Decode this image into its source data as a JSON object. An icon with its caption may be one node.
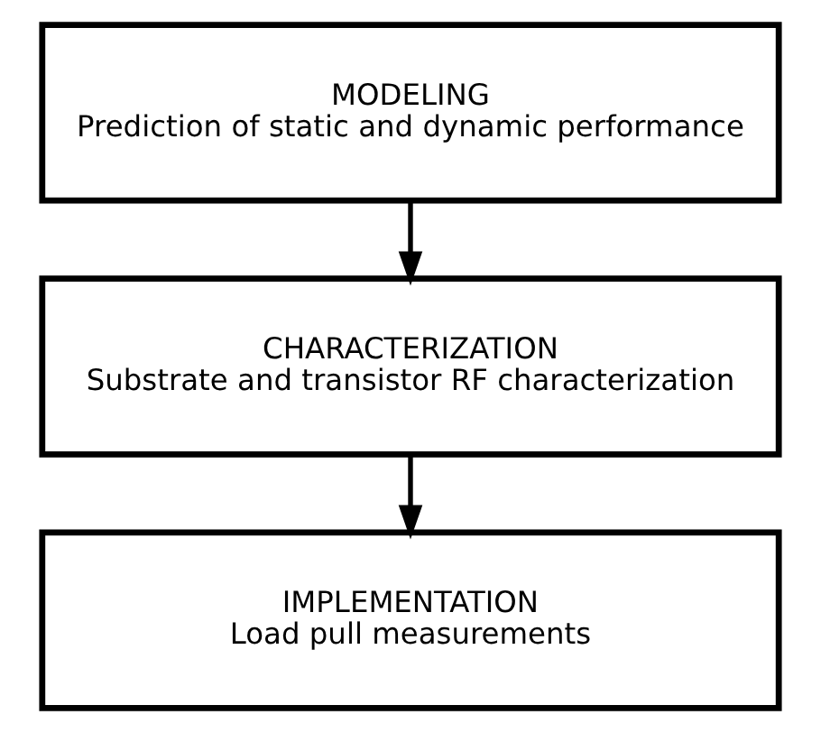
{
  "diagram": {
    "nodes": [
      {
        "text": [
          "MODELING",
          "Prediction of static and dynamic performance"
        ]
      },
      {
        "text": [
          "CHARACTERIZATION",
          "Substrate and transistor RF characterization"
        ]
      },
      {
        "text": [
          "IMPLEMENTATION",
          "Load pull measurements"
        ]
      }
    ],
    "edges": [
      {
        "from": 0,
        "to": 1,
        "arrow": "to"
      },
      {
        "from": 1,
        "to": 2,
        "arrow": "to"
      }
    ]
  }
}
